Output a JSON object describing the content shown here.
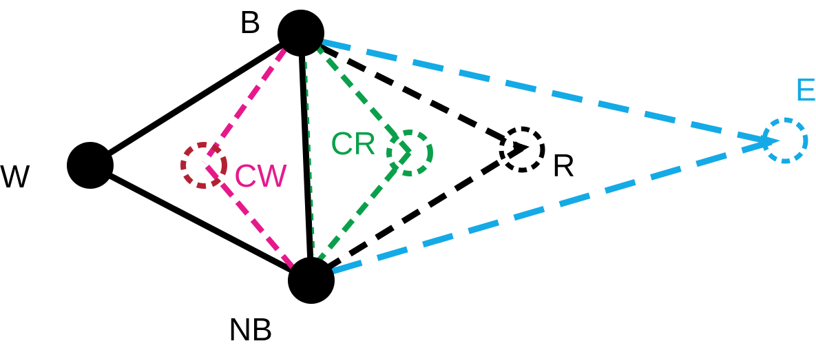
{
  "diagram": {
    "colors": {
      "black": "#000000",
      "magenta": "#e6198c",
      "dark_red": "#b22233",
      "green": "#0aa04b",
      "blue": "#14aae6"
    },
    "nodes": {
      "W": {
        "label": "W",
        "kind": "solid-vertex",
        "color": "#000000"
      },
      "B": {
        "label": "B",
        "kind": "solid-vertex",
        "color": "#000000"
      },
      "NB": {
        "label": "NB",
        "kind": "solid-vertex",
        "color": "#000000"
      },
      "CW": {
        "label": "CW",
        "kind": "dashed-point",
        "label_color": "#e6198c",
        "circle_color": "#b22233"
      },
      "CR": {
        "label": "CR",
        "kind": "dashed-point",
        "label_color": "#0aa04b",
        "circle_color": "#0aa04b"
      },
      "R": {
        "label": "R",
        "kind": "dashed-point",
        "label_color": "#000000",
        "circle_color": "#000000"
      },
      "E": {
        "label": "E",
        "kind": "dashed-point",
        "label_color": "#14aae6",
        "circle_color": "#14aae6"
      }
    },
    "edges": [
      {
        "from": "W",
        "to": "B",
        "style": "solid",
        "color": "#000000"
      },
      {
        "from": "W",
        "to": "NB",
        "style": "solid",
        "color": "#000000"
      },
      {
        "from": "B",
        "to": "NB",
        "style": "solid",
        "color": "#000000"
      },
      {
        "from": "B",
        "to": "CW",
        "style": "dashed",
        "color": "#e6198c"
      },
      {
        "from": "NB",
        "to": "CW",
        "style": "dashed",
        "color": "#e6198c"
      },
      {
        "from": "B",
        "to": "CR",
        "style": "dashed",
        "color": "#0aa04b"
      },
      {
        "from": "NB",
        "to": "CR",
        "style": "dashed",
        "color": "#0aa04b"
      },
      {
        "from": "B",
        "to": "R",
        "style": "dashed",
        "color": "#000000"
      },
      {
        "from": "NB",
        "to": "R",
        "style": "dashed",
        "color": "#000000"
      },
      {
        "from": "B",
        "to": "E",
        "style": "dashed",
        "color": "#14aae6"
      },
      {
        "from": "NB",
        "to": "E",
        "style": "dashed",
        "color": "#14aae6"
      }
    ]
  }
}
